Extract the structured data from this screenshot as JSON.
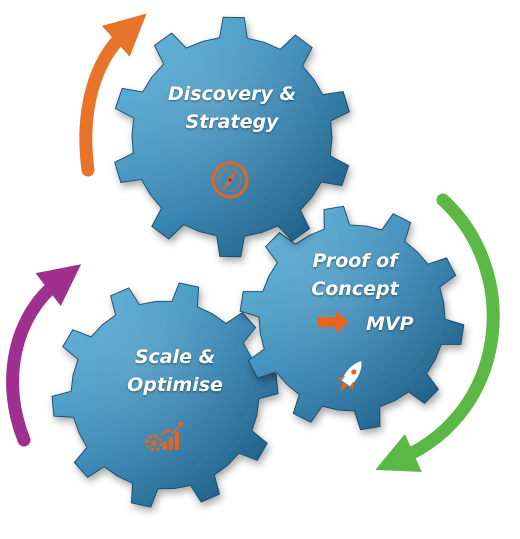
{
  "diagram": {
    "gears": [
      {
        "id": "discovery",
        "label_lines": [
          "Discovery &",
          "Strategy"
        ],
        "icon": "compass-icon"
      },
      {
        "id": "proof",
        "label_lines": [
          "Proof of",
          "Concept"
        ],
        "icon": "rocket-icon"
      },
      {
        "id": "scale",
        "label_lines": [
          "Scale &",
          "Optimise"
        ],
        "icon": "gear-growth-chart-icon"
      }
    ],
    "mvp_label": "MVP",
    "mvp_arrow_icon": "arrow-right-icon",
    "cycle_arrows": [
      "orange",
      "green",
      "purple"
    ]
  },
  "colors": {
    "gear_light": "#4aa3cf",
    "gear_dark": "#1d5c82",
    "icon_orange": "#e8641e",
    "arrow_orange": "#e8732a",
    "arrow_green": "#5bb845",
    "arrow_purple": "#a0308f",
    "text": "#ffffff"
  }
}
